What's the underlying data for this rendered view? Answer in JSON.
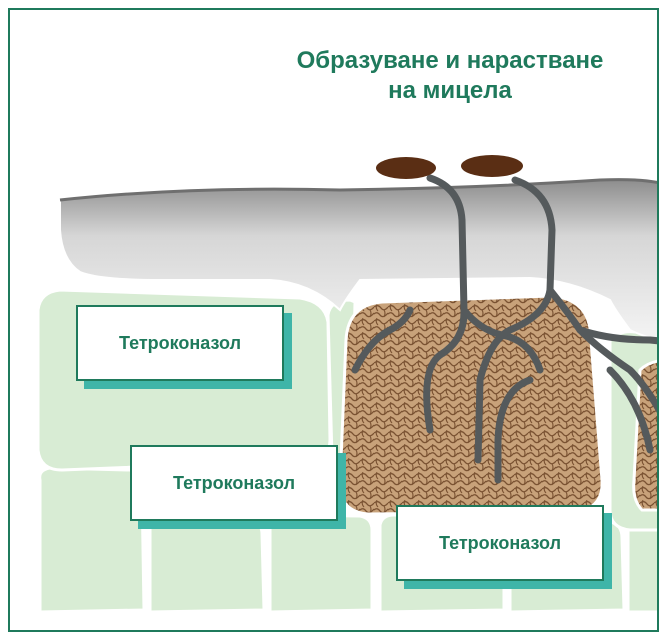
{
  "title": {
    "line1": "Образуване и нарастване",
    "line2": "на мицела"
  },
  "labels": [
    "Тетроконазол",
    "Тетроконазол",
    "Тетроконазол"
  ],
  "colors": {
    "border": "#1f7a5c",
    "title": "#1f7a5c",
    "label_shadow": "#3fb5a8",
    "plant_cell": "#d8ecd4",
    "cuticle": "#d9d9d9",
    "spore": "#5a2e14",
    "hypha": "#555a5c",
    "mycelium": "#c8a27a"
  }
}
